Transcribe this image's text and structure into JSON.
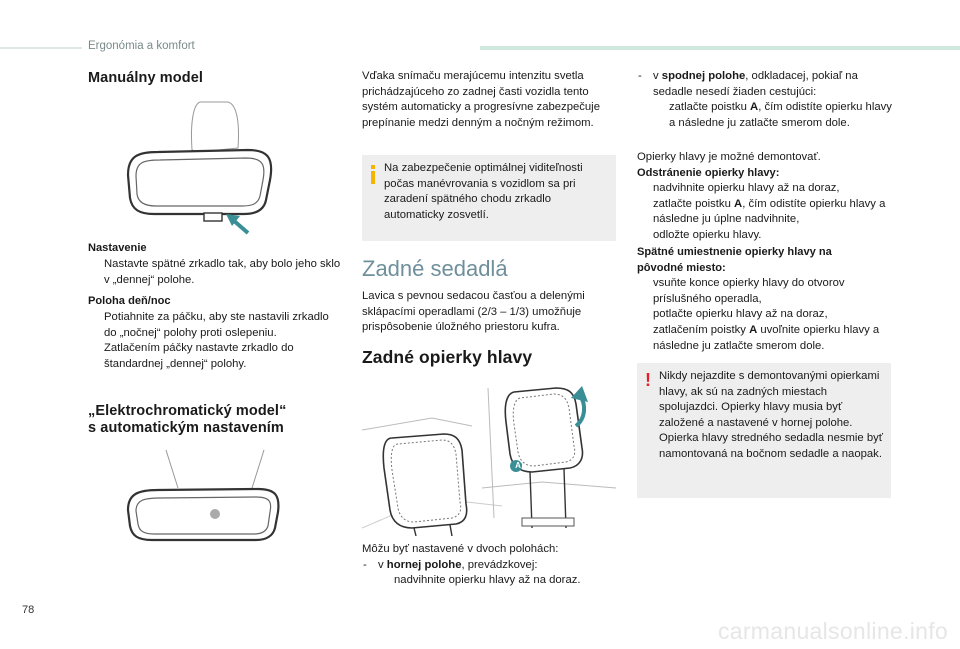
{
  "header": {
    "section": "Ergonómia a komfort"
  },
  "page_number": "78",
  "watermark": "carmanualsonline.info",
  "col1": {
    "manual_title": "Manuálny model",
    "nastavenie_title": "Nastavenie",
    "nastavenie_items": [
      "Nastavte spätné zrkadlo tak, aby bolo jeho sklo v „dennej“ polohe."
    ],
    "poloha_title": "Poloha deň/noc",
    "poloha_items": [
      "Potiahnite za páčku, aby ste nastavili zrkadlo do „nočnej“ polohy proti oslepeniu.",
      "Zatlačením páčky nastavte zrkadlo do štandardnej „dennej“ polohy."
    ],
    "electro_title_1": "„Elektrochromatický model“",
    "electro_title_2": "s automatickým nastavením"
  },
  "col2": {
    "intro": "Vďaka snímaču merajúcemu intenzitu svetla prichádzajúceho zo zadnej časti vozidla tento systém automaticky a progresívne zabezpečuje prepínanie medzi denným a nočným režimom.",
    "info_note": "Na zabezpečenie optimálnej viditeľnosti počas manévrovania s vozidlom sa pri zaradení spätného chodu zrkadlo automaticky zosvetlí.",
    "seats_title": "Zadné sedadlá",
    "seats_text": "Lavica s pevnou sedacou časťou a delenými sklápacími operadlami (2/3 – 1/3) umožňuje prispôsobenie úložného priestoru kufra.",
    "headrest_title": "Zadné opierky hlavy",
    "callout_a": "A",
    "positions_intro": "Môžu byť nastavené v dvoch polohách:",
    "upper_prefix": "v ",
    "upper_bold": "hornej polohe",
    "upper_suffix": ", prevádzkovej:",
    "upper_step": "nadvihnite opierku hlavy až na doraz."
  },
  "col3": {
    "lower_prefix": "v ",
    "lower_bold": "spodnej polohe",
    "lower_suffix": ", odkladacej, pokiaľ na sedadle nesedí žiaden cestujúci:",
    "lower_step_a": "zatlačte poistku ",
    "lower_step_key": "A",
    "lower_step_b": ", čím odistíte opierku hlavy a následne ju zatlačte smerom dole.",
    "removable": "Opierky hlavy je možné demontovať.",
    "removal_title": "Odstránenie opierky hlavy:",
    "removal_1": "nadvihnite opierku hlavy až na doraz,",
    "removal_2a": "zatlačte poistku ",
    "removal_2key": "A",
    "removal_2b": ", čím odistíte opierku hlavy a následne ju úplne nadvihnite,",
    "removal_3": "odložte opierku hlavy.",
    "refit_title_1": "Spätné umiestnenie opierky hlavy na",
    "refit_title_2": "pôvodné miesto:",
    "refit_1": "vsuňte konce opierky hlavy do otvorov príslušného operadla,",
    "refit_2": "potlačte opierku hlavy až na doraz,",
    "refit_3a": "zatlačením poistky ",
    "refit_3key": "A",
    "refit_3b": " uvoľnite opierku hlavy a následne ju zatlačte smerom dole.",
    "warning": "Nikdy nejazdite s demontovanými opierkami hlavy, ak sú na zadných miestach spolujazdci. Opierky hlavy musia byť založené a nastavené v hornej polohe. Opierka hlavy stredného sedadla nesmie byť namontovaná na bočnom sedadle a naopak."
  },
  "symbols": {
    "step_marker": "",
    "dash": "-",
    "warn": "!"
  },
  "colors": {
    "accent_teal": "#3a8f96",
    "note_bg": "#eeeeee",
    "info_yellow": "#f5b400",
    "warn_red": "#e4202a",
    "title_blue": "#6f8f9c"
  }
}
